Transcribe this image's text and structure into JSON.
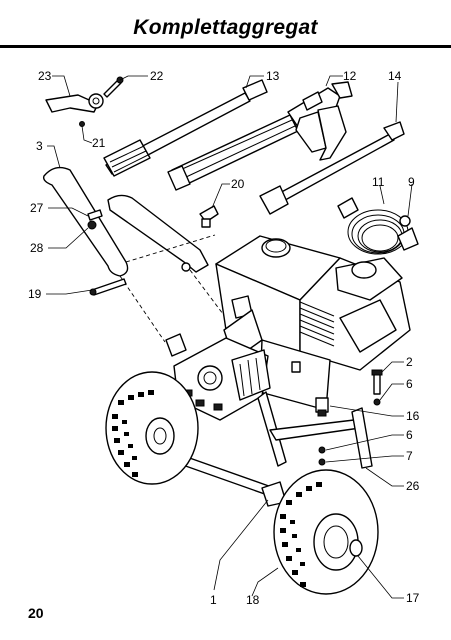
{
  "header": {
    "title": "Komplettaggregat"
  },
  "footer": {
    "page_number": "20"
  },
  "diagram": {
    "callouts": [
      {
        "id": "c23",
        "text": "23"
      },
      {
        "id": "c22",
        "text": "22"
      },
      {
        "id": "c21",
        "text": "21"
      },
      {
        "id": "c13",
        "text": "13"
      },
      {
        "id": "c12",
        "text": "12"
      },
      {
        "id": "c14",
        "text": "14"
      },
      {
        "id": "c3",
        "text": "3"
      },
      {
        "id": "c20",
        "text": "20"
      },
      {
        "id": "c11",
        "text": "11"
      },
      {
        "id": "c9",
        "text": "9"
      },
      {
        "id": "c27",
        "text": "27"
      },
      {
        "id": "c28",
        "text": "28"
      },
      {
        "id": "c19",
        "text": "19"
      },
      {
        "id": "c2",
        "text": "2"
      },
      {
        "id": "c6a",
        "text": "6"
      },
      {
        "id": "c16",
        "text": "16"
      },
      {
        "id": "c6b",
        "text": "6"
      },
      {
        "id": "c7",
        "text": "7"
      },
      {
        "id": "c26",
        "text": "26"
      },
      {
        "id": "c1",
        "text": "1"
      },
      {
        "id": "c18",
        "text": "18"
      },
      {
        "id": "c17",
        "text": "17"
      }
    ]
  }
}
